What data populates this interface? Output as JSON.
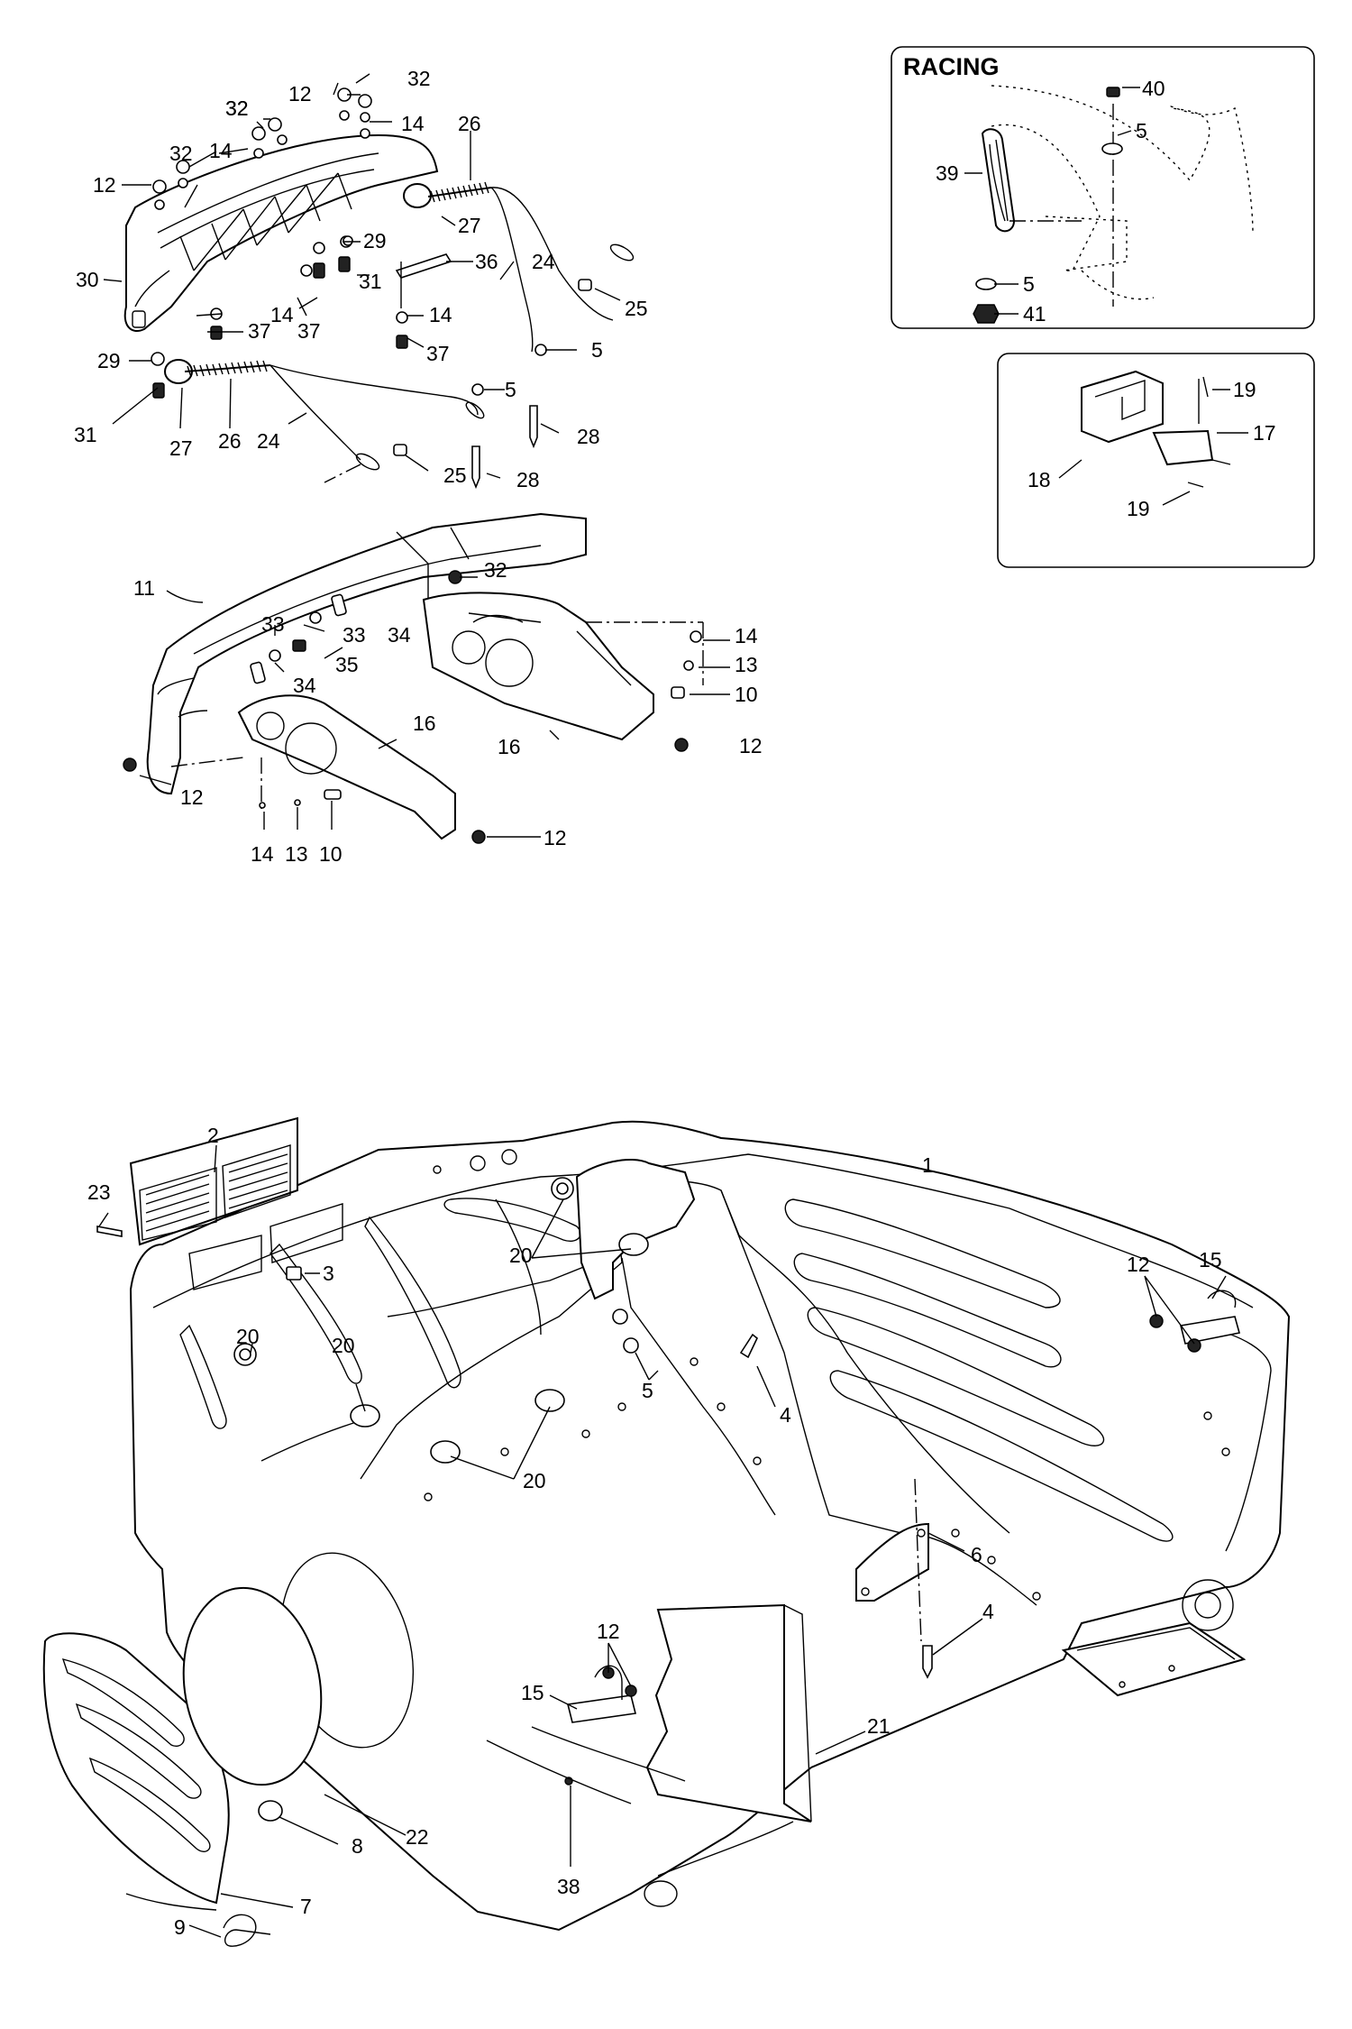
{
  "racing_inset": {
    "title": "RACING"
  },
  "callouts": [
    {
      "key": "c12a",
      "text": "12"
    },
    {
      "key": "c32a",
      "text": "32"
    },
    {
      "key": "c32b",
      "text": "32"
    },
    {
      "key": "c14a",
      "text": "14"
    },
    {
      "key": "c26a",
      "text": "26"
    },
    {
      "key": "c32c",
      "text": "32"
    },
    {
      "key": "c14b",
      "text": "14"
    },
    {
      "key": "c12b",
      "text": "12"
    },
    {
      "key": "c32d",
      "text": "32"
    },
    {
      "key": "c27a",
      "text": "27"
    },
    {
      "key": "c29a",
      "text": "29"
    },
    {
      "key": "c36",
      "text": "36"
    },
    {
      "key": "c24a",
      "text": "24"
    },
    {
      "key": "c30",
      "text": "30"
    },
    {
      "key": "c31a",
      "text": "31"
    },
    {
      "key": "c14c",
      "text": "14"
    },
    {
      "key": "c37a",
      "text": "37"
    },
    {
      "key": "c14d",
      "text": "14"
    },
    {
      "key": "c25a",
      "text": "25"
    },
    {
      "key": "c37b",
      "text": "37"
    },
    {
      "key": "c37c",
      "text": "37"
    },
    {
      "key": "c29b",
      "text": "29"
    },
    {
      "key": "c5a",
      "text": "5"
    },
    {
      "key": "c5b",
      "text": "5"
    },
    {
      "key": "c31b",
      "text": "31"
    },
    {
      "key": "c27b",
      "text": "27"
    },
    {
      "key": "c26b",
      "text": "26"
    },
    {
      "key": "c24b",
      "text": "24"
    },
    {
      "key": "c28a",
      "text": "28"
    },
    {
      "key": "c25b",
      "text": "25"
    },
    {
      "key": "c28b",
      "text": "28"
    },
    {
      "key": "c40",
      "text": "40"
    },
    {
      "key": "c5c",
      "text": "5"
    },
    {
      "key": "c39",
      "text": "39"
    },
    {
      "key": "c5d",
      "text": "5"
    },
    {
      "key": "c41",
      "text": "41"
    },
    {
      "key": "c19a",
      "text": "19"
    },
    {
      "key": "c17",
      "text": "17"
    },
    {
      "key": "c18",
      "text": "18"
    },
    {
      "key": "c19b",
      "text": "19"
    },
    {
      "key": "c32e",
      "text": "32"
    },
    {
      "key": "c11",
      "text": "11"
    },
    {
      "key": "c33a",
      "text": "33"
    },
    {
      "key": "c33b",
      "text": "33"
    },
    {
      "key": "c34a",
      "text": "34"
    },
    {
      "key": "c35",
      "text": "35"
    },
    {
      "key": "c34b",
      "text": "34"
    },
    {
      "key": "c14e",
      "text": "14"
    },
    {
      "key": "c13a",
      "text": "13"
    },
    {
      "key": "c10a",
      "text": "10"
    },
    {
      "key": "c16a",
      "text": "16"
    },
    {
      "key": "c16b",
      "text": "16"
    },
    {
      "key": "c12c",
      "text": "12"
    },
    {
      "key": "c12d",
      "text": "12"
    },
    {
      "key": "c12e",
      "text": "12"
    },
    {
      "key": "c14f",
      "text": "14"
    },
    {
      "key": "c13b",
      "text": "13"
    },
    {
      "key": "c10b",
      "text": "10"
    },
    {
      "key": "c2",
      "text": "2"
    },
    {
      "key": "c1",
      "text": "1"
    },
    {
      "key": "c23",
      "text": "23"
    },
    {
      "key": "c3",
      "text": "3"
    },
    {
      "key": "c20a",
      "text": "20"
    },
    {
      "key": "c15a",
      "text": "15"
    },
    {
      "key": "c12f",
      "text": "12"
    },
    {
      "key": "c20b",
      "text": "20"
    },
    {
      "key": "c20c",
      "text": "20"
    },
    {
      "key": "c5e",
      "text": "5"
    },
    {
      "key": "c4a",
      "text": "4"
    },
    {
      "key": "c20d",
      "text": "20"
    },
    {
      "key": "c6",
      "text": "6"
    },
    {
      "key": "c4b",
      "text": "4"
    },
    {
      "key": "c12g",
      "text": "12"
    },
    {
      "key": "c15b",
      "text": "15"
    },
    {
      "key": "c21",
      "text": "21"
    },
    {
      "key": "c22",
      "text": "22"
    },
    {
      "key": "c8",
      "text": "8"
    },
    {
      "key": "c7",
      "text": "7"
    },
    {
      "key": "c38",
      "text": "38"
    },
    {
      "key": "c9",
      "text": "9"
    }
  ]
}
